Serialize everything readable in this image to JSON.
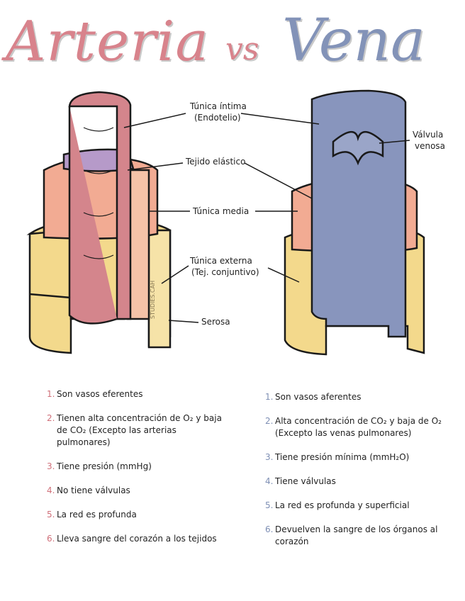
{
  "title": {
    "arteria": "Arteria",
    "vs": "vs",
    "vena": "Vena"
  },
  "labels": {
    "tunica_intima": "Túnica íntima",
    "endotelio": "(Endotelio)",
    "tejido_elastico": "Tejido elástico",
    "tunica_media": "Túnica media",
    "tunica_externa": "Túnica externa",
    "tej_conjuntivo": "(Tej. conjuntivo)",
    "serosa": "Serosa",
    "valvula": "Válvula",
    "venosa": "venosa"
  },
  "watermark": "STUDIES.CAH",
  "colors": {
    "artery_lumen": "#d4858c",
    "vein_lumen": "#8895bd",
    "media": "#f2ab93",
    "externa": "#f3d98c",
    "elastic": "#b69ac9",
    "outline": "#1a1a1a",
    "artery_number": "#d0707a",
    "vein_number": "#7e8fb4"
  },
  "arteria_list": [
    {
      "num": "1.",
      "text": "Son vasos eferentes"
    },
    {
      "num": "2.",
      "text": "Tienen alta concentración de O₂ y baja de CO₂ (Excepto las arterias pulmonares)"
    },
    {
      "num": "3.",
      "text": "Tiene presión (mmHg)"
    },
    {
      "num": "4.",
      "text": "No tiene válvulas"
    },
    {
      "num": "5.",
      "text": "La red es profunda"
    },
    {
      "num": "6.",
      "text": "Lleva sangre del corazón a los tejidos"
    }
  ],
  "vena_list": [
    {
      "num": "1.",
      "text": "Son vasos aferentes"
    },
    {
      "num": "2.",
      "text": "Alta concentración de CO₂ y baja de O₂ (Excepto las venas pulmonares)"
    },
    {
      "num": "3.",
      "text": "Tiene presión mínima (mmH₂O)"
    },
    {
      "num": "4.",
      "text": "Tiene válvulas"
    },
    {
      "num": "5.",
      "text": "La red es profunda y superficial"
    },
    {
      "num": "6.",
      "text": "Devuelven la sangre de los órganos al corazón"
    }
  ]
}
